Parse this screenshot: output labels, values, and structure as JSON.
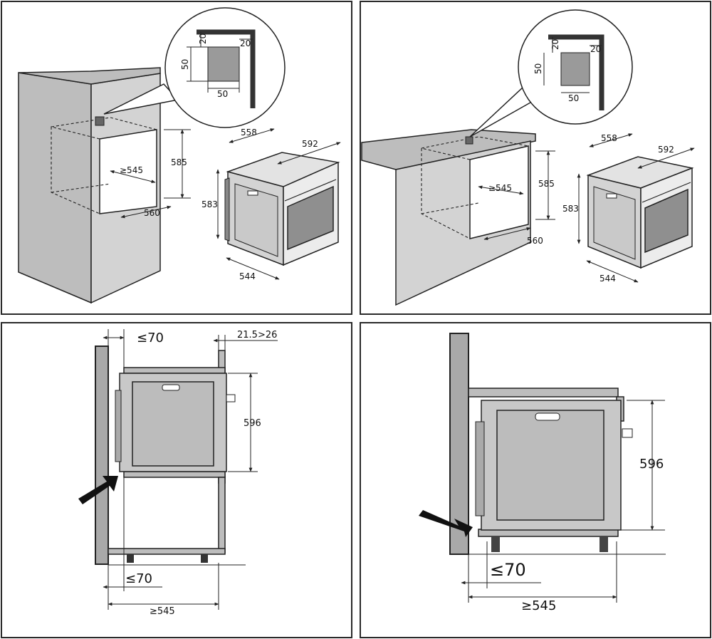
{
  "panels": {
    "top_left": {
      "inset": {
        "a": "20",
        "b": "20",
        "c": "50",
        "d": "50"
      },
      "opening": {
        "depth": "≥545",
        "height": "585",
        "width": "560"
      },
      "oven": {
        "width": "558",
        "depth": "592",
        "height": "583",
        "front": "544"
      }
    },
    "top_right": {
      "inset": {
        "a": "20",
        "b": "20",
        "c": "50",
        "d": "50"
      },
      "opening": {
        "depth": "≥545",
        "height": "585",
        "width": "560"
      },
      "oven": {
        "width": "558",
        "depth": "592",
        "height": "583",
        "front": "544"
      }
    },
    "bottom_left": {
      "gap_top": "≤70",
      "offset": "21.5>26",
      "height": "596",
      "gap_bottom": "≤70",
      "depth": "≥545"
    },
    "bottom_right": {
      "height": "596",
      "gap_bottom": "≤70",
      "depth": "≥545"
    }
  },
  "colors": {
    "panel_border": "#2a2a2a",
    "cabinet": "#bdbdbd",
    "wall": "#a9a9a9",
    "glass": "#8f8f8f"
  }
}
